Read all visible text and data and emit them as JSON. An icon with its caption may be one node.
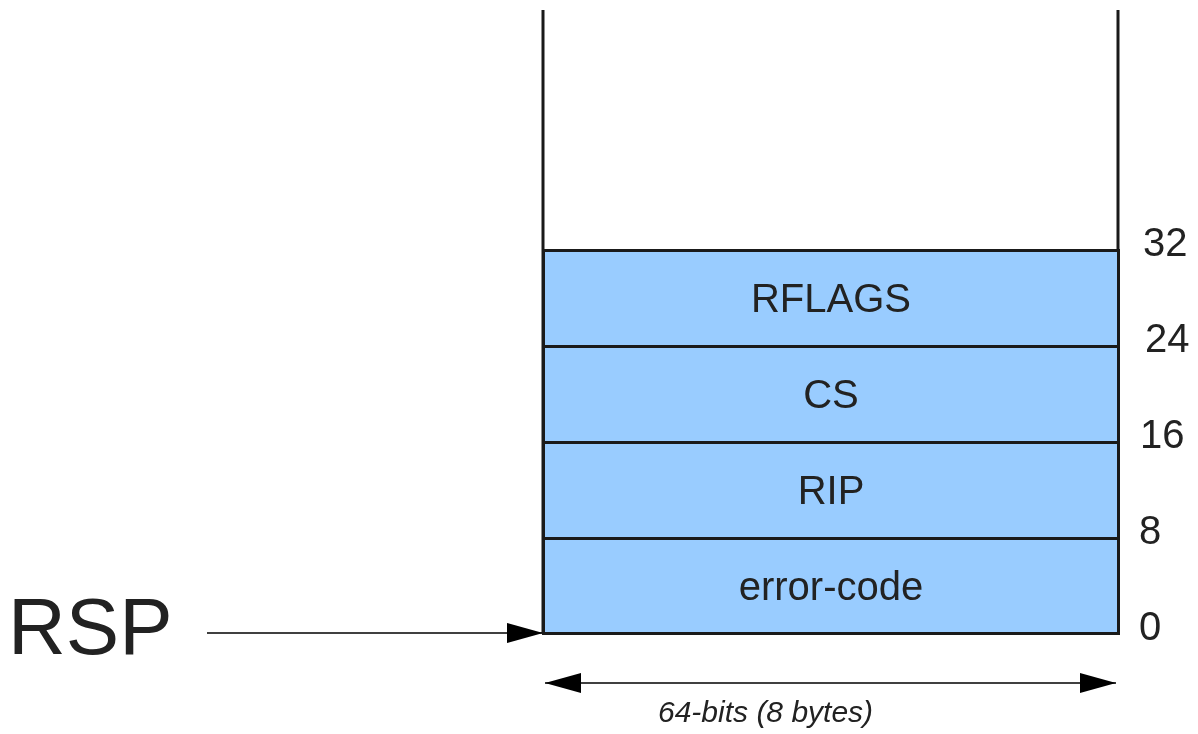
{
  "diagram": {
    "nodes": [
      {
        "text": [
          "RSP"
        ]
      },
      {
        "text": [
          "RFLAGS"
        ]
      },
      {
        "text": [
          "CS"
        ]
      },
      {
        "text": [
          "RIP"
        ]
      },
      {
        "text": [
          "error-code"
        ]
      }
    ],
    "edges": [
      {
        "from": 0,
        "to": 4,
        "arrow": "to"
      }
    ],
    "labels": [
      "32",
      "24",
      "16",
      "8",
      "0",
      "64-bits (8 bytes)"
    ]
  }
}
